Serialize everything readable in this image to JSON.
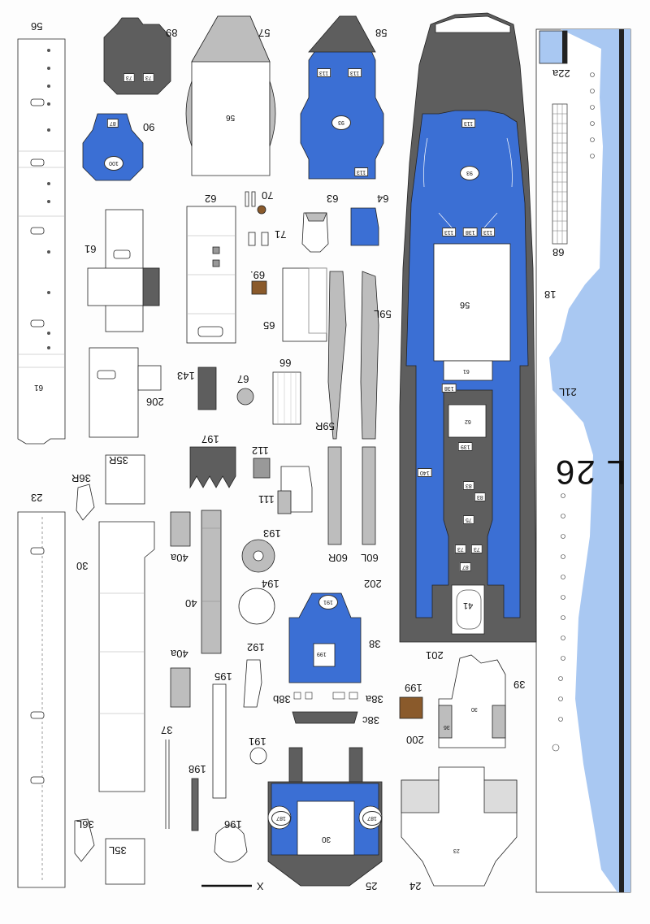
{
  "sheet": {
    "background": "#fdfdfd",
    "colors": {
      "deck_blue": "#3b6fd4",
      "deck_grey": "#5e5e5e",
      "light_grey": "#bdbdbd",
      "hull_light_blue": "#a9c8f2",
      "outline": "#222222",
      "brown_grating": "#8a5a2b"
    },
    "part_labels": {
      "p56": "56",
      "p89": "89",
      "p57": "57",
      "p58": "58",
      "p22a": "22a",
      "p90": "90",
      "p70": "70",
      "p62": "62",
      "p63": "63",
      "p64": "64",
      "p71": "71",
      "p61": "61",
      "p68": "68",
      "p69": "69.",
      "p65": "65",
      "p59L": "59L",
      "p18": "18",
      "p143": "143",
      "p67": "67",
      "p66": "66",
      "p206": "206",
      "p21L": "21L",
      "p59R": "59R",
      "p197": "197",
      "p112": "112",
      "p35R": "35R",
      "p36R": "36R",
      "p23": "23",
      "p111": "111",
      "p40a_top": "40a",
      "p193": "193",
      "p60R": "60R",
      "p60L": "60L",
      "p30": "30",
      "p40": "40",
      "p194": "194",
      "p202": "202",
      "p38": "38",
      "p201": "201",
      "p39": "39",
      "p192": "192",
      "p40a_bot": "40a",
      "p195": "195",
      "p38b": "38b",
      "p38a": "38a",
      "p199": "199",
      "p38c": "38c",
      "p37": "37",
      "p191": "191",
      "p200": "200",
      "p198": "198",
      "p36L": "36L",
      "p196": "196",
      "p35L": "35L",
      "pX": "X",
      "p25": "25",
      "p24": "24"
    },
    "hull_marking": "L 26",
    "overlays": {
      "o56a": "56",
      "o61a": "61",
      "o73a": "73",
      "o73b": "73",
      "o87": "87",
      "o100": "100",
      "o56b": "56",
      "o113a": "113",
      "o113b": "113",
      "o113c": "113",
      "o93a": "93",
      "o113d": "113",
      "o113e": "113",
      "o93b": "93",
      "o113f": "113",
      "o138a": "138",
      "o113g": "113",
      "o56c": "56",
      "o61b": "61",
      "o138b": "138",
      "o62": "62",
      "o139": "139",
      "o140": "140",
      "o83a": "83",
      "o83b": "83",
      "o75": "75",
      "o73c": "73",
      "o73d": "73",
      "o87b": "87",
      "o41": "41",
      "o191": "191",
      "o199": "199",
      "o30a": "30",
      "o36": "36",
      "o23": "23",
      "o187a": "187",
      "o187b": "187",
      "o30b": "30"
    }
  }
}
